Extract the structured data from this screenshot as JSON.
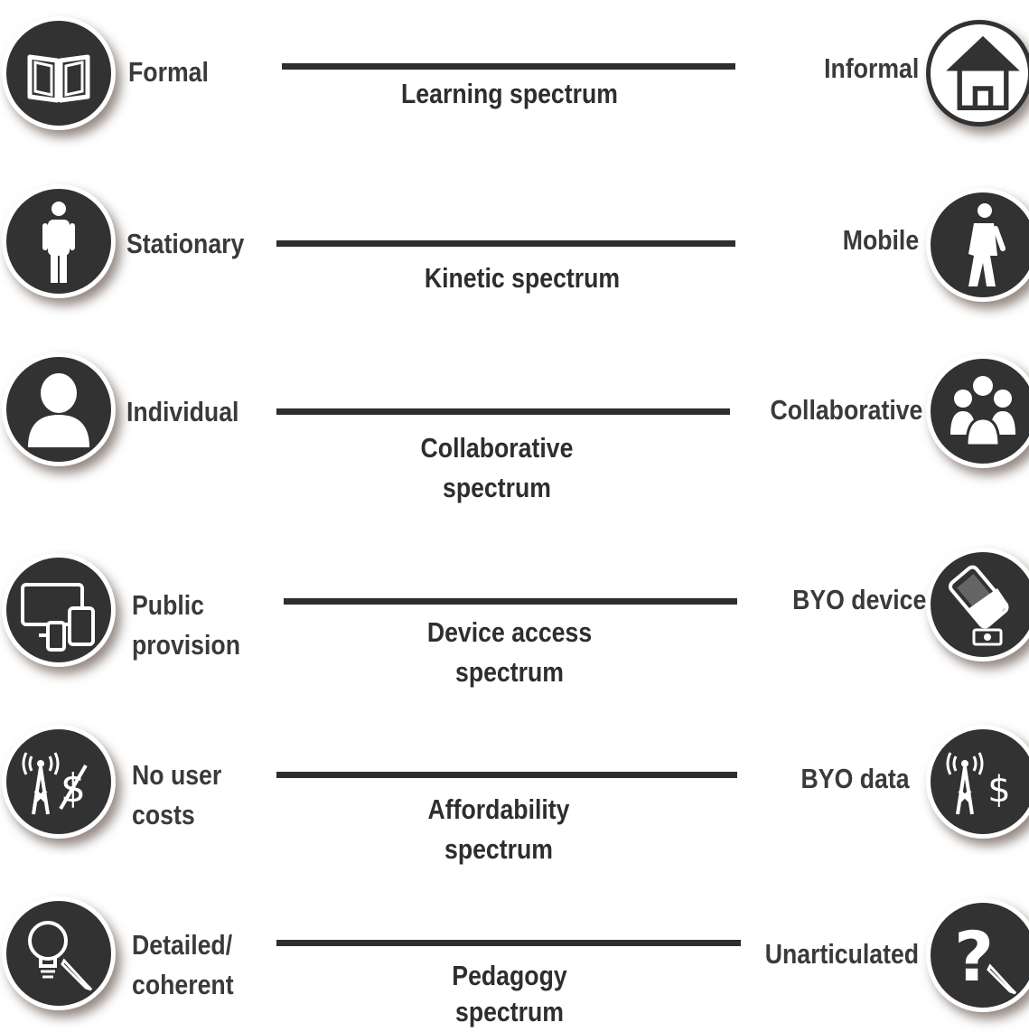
{
  "rows": [
    {
      "left_label": "Formal",
      "right_label": "Informal",
      "caption": "Learning spectrum",
      "left_icon": "book-icon",
      "right_icon": "house-icon"
    },
    {
      "left_label": "Stationary",
      "right_label": "Mobile",
      "caption": "Kinetic spectrum",
      "left_icon": "standing-person-icon",
      "right_icon": "walking-person-icon"
    },
    {
      "left_label": "Individual",
      "right_label": "Collaborative",
      "caption_line1": "Collaborative",
      "caption_line2": "spectrum",
      "left_icon": "single-user-icon",
      "right_icon": "user-group-icon"
    },
    {
      "left_label_line1": "Public",
      "left_label_line2": "provision",
      "right_label": "BYO device",
      "caption_line1": "Device access",
      "caption_line2": "spectrum",
      "left_icon": "devices-icon",
      "right_icon": "phone-payment-icon"
    },
    {
      "left_label_line1": "No user",
      "left_label_line2": "costs",
      "right_label": "BYO data",
      "caption_line1": "Affordability",
      "caption_line2": "spectrum",
      "left_icon": "tower-no-cost-icon",
      "right_icon": "tower-cost-icon"
    },
    {
      "left_label_line1": "Detailed/",
      "left_label_line2": "coherent",
      "right_label": "Unarticulated",
      "caption_line1": "Pedagogy",
      "caption_line2": "spectrum",
      "left_icon": "lightbulb-pencil-icon",
      "right_icon": "question-pencil-icon"
    }
  ],
  "icon_glyphs": {
    "dollar": "$",
    "question": "?"
  }
}
